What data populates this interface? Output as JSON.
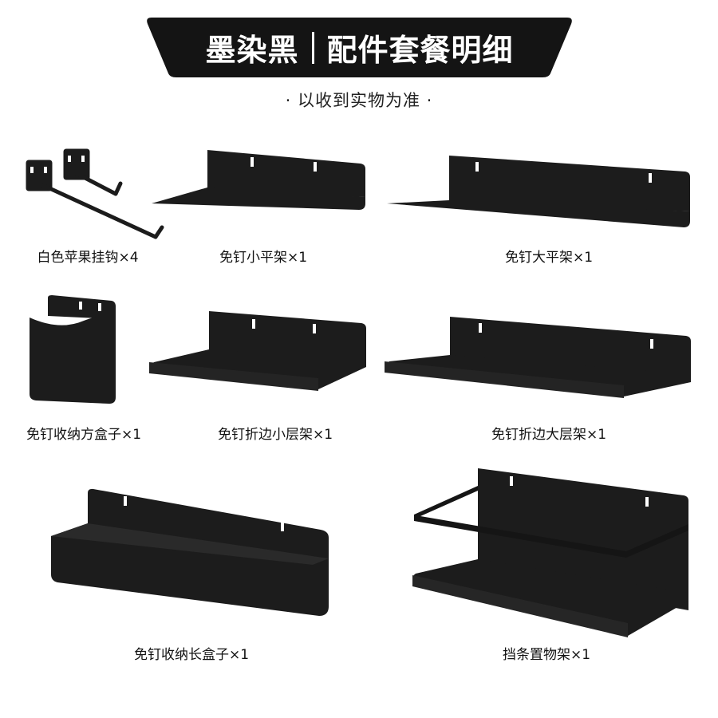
{
  "header": {
    "brand": "墨染黑",
    "title": "配件套餐明细",
    "note": "· 以收到实物为准 ·"
  },
  "items": [
    {
      "label": "白色苹果挂钩×4",
      "icon": "hook-icon"
    },
    {
      "label": "免钉小平架×1",
      "icon": "small-flat-shelf-icon"
    },
    {
      "label": "免钉大平架×1",
      "icon": "large-flat-shelf-icon"
    },
    {
      "label": "免钉收纳方盒子×1",
      "icon": "square-box-icon"
    },
    {
      "label": "免钉折边小层架×1",
      "icon": "small-lipped-shelf-icon"
    },
    {
      "label": "免钉折边大层架×1",
      "icon": "large-lipped-shelf-icon"
    },
    {
      "label": "免钉收纳长盒子×1",
      "icon": "long-box-icon"
    },
    {
      "label": "挡条置物架×1",
      "icon": "rail-shelf-icon"
    }
  ],
  "colors": {
    "product": "#1c1c1c",
    "banner": "#141414",
    "background": "#ffffff"
  }
}
